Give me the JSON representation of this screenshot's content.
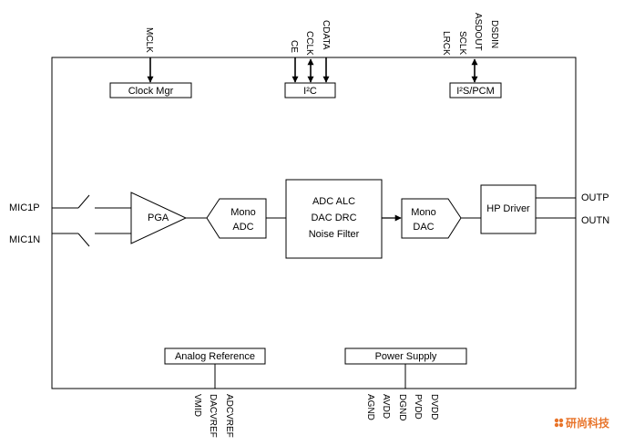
{
  "blocks": {
    "clock_mgr": "Clock Mgr",
    "i2c": "I²C",
    "i2s_pcm": "I²S/PCM",
    "pga": "PGA",
    "adc": [
      "Mono",
      "ADC"
    ],
    "processing": [
      "ADC ALC",
      "DAC DRC",
      "Noise Filter"
    ],
    "dac": [
      "Mono",
      "DAC"
    ],
    "hp_driver": "HP Driver",
    "analog_ref": "Analog Reference",
    "power_supply": "Power Supply"
  },
  "pins": {
    "top_clock": [
      "MCLK"
    ],
    "top_i2c": [
      "CE",
      "CCLK",
      "CDATA"
    ],
    "top_i2s": [
      "LRCK",
      "SCLK",
      "ASDOUT",
      "DSDIN"
    ],
    "left": [
      "MIC1P",
      "MIC1N"
    ],
    "right": [
      "OUTP",
      "OUTN"
    ],
    "bottom_ref": [
      "VMID",
      "DACVREF",
      "ADCVREF"
    ],
    "bottom_power": [
      "AGND",
      "AVDD",
      "DGND",
      "PVDD",
      "DVDD"
    ]
  },
  "watermark": {
    "text": "研尚科技",
    "icon": "brand-logo-icon",
    "color": "#e8742a"
  }
}
